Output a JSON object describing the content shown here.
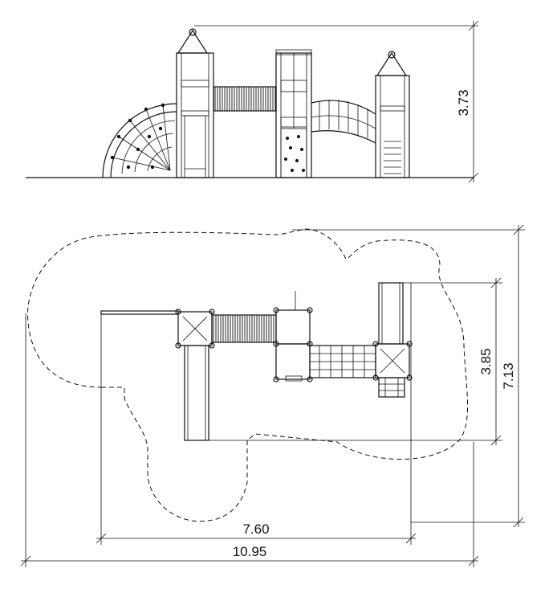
{
  "drawing": {
    "elevation": {
      "height_label": "3.73"
    },
    "plan": {
      "inner_width_label": "7.60",
      "outer_width_label": "10.95",
      "inner_depth_label": "3.85",
      "outer_depth_label": "7.13"
    }
  }
}
